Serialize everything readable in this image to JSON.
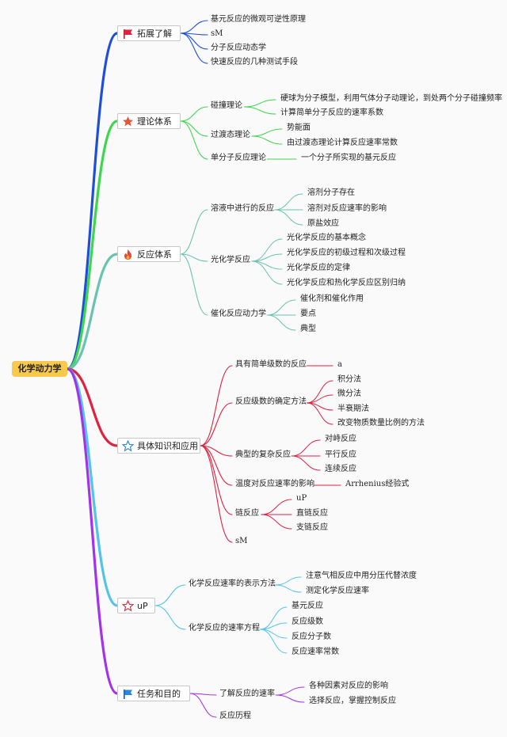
{
  "root": "化学动力学",
  "colors": {
    "b1": "#1f4fd8",
    "b2": "#3ed64e",
    "b3": "#6ac3b0",
    "b4": "#e0213f",
    "b5": "#53c4e8",
    "b6": "#a233e8",
    "root_fill": "#f8c94a"
  },
  "branches": [
    {
      "label": "拓展了解",
      "icon": "red-flag-icon",
      "children": [
        {
          "label": "基元反应的微观可逆性原理"
        },
        {
          "label": "sM"
        },
        {
          "label": "分子反应动态学"
        },
        {
          "label": "快速反应的几种测试手段"
        }
      ]
    },
    {
      "label": "理论体系",
      "icon": "orange-star-icon",
      "children": [
        {
          "label": "碰撞理论",
          "children": [
            {
              "label": "硬球为分子模型，利用气体分子动理论，到处两个分子碰撞频率"
            },
            {
              "label": "计算简单分子反应的速率系数"
            }
          ]
        },
        {
          "label": "过渡态理论",
          "children": [
            {
              "label": "势能面"
            },
            {
              "label": "由过渡态理论计算反应速率常数"
            }
          ]
        },
        {
          "label": "单分子反应理论",
          "children": [
            {
              "label": "一个分子所实现的基元反应"
            }
          ]
        }
      ]
    },
    {
      "label": "反应体系",
      "icon": "fire-icon",
      "children": [
        {
          "label": "溶液中进行的反应",
          "children": [
            {
              "label": "溶剂分子存在"
            },
            {
              "label": "溶剂对反应速率的影响"
            },
            {
              "label": "原盐效应"
            }
          ]
        },
        {
          "label": "光化学反应",
          "children": [
            {
              "label": "光化学反应的基本概念"
            },
            {
              "label": "光化学反应的初级过程和次级过程"
            },
            {
              "label": "光化学反应的定律"
            },
            {
              "label": "光化学反应和热化学反应区别归纳"
            }
          ]
        },
        {
          "label": "催化反应动力学",
          "children": [
            {
              "label": "催化剂和催化作用"
            },
            {
              "label": "要点"
            },
            {
              "label": "典型"
            }
          ]
        }
      ]
    },
    {
      "label": "具体知识和应用",
      "icon": "outline-star-icon",
      "children": [
        {
          "label": "具有简单级数的反应",
          "children": [
            {
              "label": "a"
            }
          ]
        },
        {
          "label": "反应级数的确定方法",
          "children": [
            {
              "label": "积分法"
            },
            {
              "label": "微分法"
            },
            {
              "label": "半衰期法"
            },
            {
              "label": "改变物质数量比例的方法"
            }
          ]
        },
        {
          "label": "典型的复杂反应",
          "children": [
            {
              "label": "对峙反应"
            },
            {
              "label": "平行反应"
            },
            {
              "label": "连续反应"
            }
          ]
        },
        {
          "label": "温度对反应速率的影响",
          "children": [
            {
              "label": "Arrhenius经验式"
            }
          ]
        },
        {
          "label": "链反应",
          "children": [
            {
              "label": "uP"
            },
            {
              "label": "直链反应"
            },
            {
              "label": "支链反应"
            }
          ]
        },
        {
          "label": "sM"
        }
      ]
    },
    {
      "label": "uP",
      "icon": "red-outline-star-icon",
      "children": [
        {
          "label": "化学反应速率的表示方法",
          "children": [
            {
              "label": "注意气相反应中用分压代替浓度"
            },
            {
              "label": "测定化学反应速率"
            }
          ]
        },
        {
          "label": "化学反应的速率方程",
          "children": [
            {
              "label": "基元反应"
            },
            {
              "label": "反应级数"
            },
            {
              "label": "反应分子数"
            },
            {
              "label": "反应速率常数"
            }
          ]
        }
      ]
    },
    {
      "label": "任务和目的",
      "icon": "blue-flag-icon",
      "children": [
        {
          "label": "了解反应的速率",
          "children": [
            {
              "label": "各种因素对反应的影响"
            },
            {
              "label": "选择反应，掌握控制反应"
            }
          ]
        },
        {
          "label": "反应历程"
        }
      ]
    }
  ]
}
